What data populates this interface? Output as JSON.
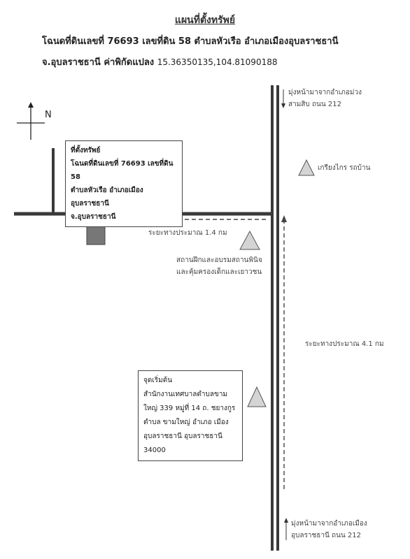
{
  "header": {
    "title": "แผนที่ตั้งทรัพย์",
    "line1": "โฉนดที่ดินเลขที่  76693 เลขที่ดิน 58 ตำบลหัวเรือ อำเภอเมืองอุบลราชธานี",
    "line2_prefix": "จ.อุบลราชธานี ค่าพิกัดแปลง",
    "coordinates": "15.36350135,104.81090188"
  },
  "north_label": "N",
  "property_box": {
    "heading": "ที่ตั้งทรัพย์",
    "line1": "โฉนดที่ดินเลขที่  76693 เลขที่ดิน 58",
    "line2": "ตำบลหัวเรือ อำเภอเมืองอุบลราชธานี",
    "line3": "จ.อุบลราชธานี"
  },
  "labels": {
    "top_direction_1": "มุ่งหน้ามาจากอำเภอม่วง",
    "top_direction_2": "สามสิบ ถนน 212",
    "landmark_1": "เกรียงไกร รถบ้าน",
    "distance_1": "ระยะทางประมาณ 1.4 กม",
    "landmark_2_line1": "สถานฝึกและอบรมสถานพินิจ",
    "landmark_2_line2": "และคุ้มครองเด็กและเยาวชน",
    "distance_2": "ระยะทางประมาณ 4.1 กม",
    "bottom_direction_1": "มุ่งหน้ามาจากอำเภอเมือง",
    "bottom_direction_2": "อุบลราชธานี ถนน 212"
  },
  "start_box": {
    "line1": "จุดเริ่มต้น",
    "line2": "สำนักงานเทศบาลตำบลขาม",
    "line3": "ใหญ่ 339 หมู่ที่ 14 ถ. ชยางกูร",
    "line4": "ตำบล ขามใหญ่ อำเภอ เมือง",
    "line5": "อุบลราชธานี อุบลราชธานี",
    "line6": "34000"
  },
  "colors": {
    "road": "#3a3a3a",
    "property_fill": "#777777",
    "landmark_fill": "#d4d4d4",
    "route_dash": "#444444"
  }
}
